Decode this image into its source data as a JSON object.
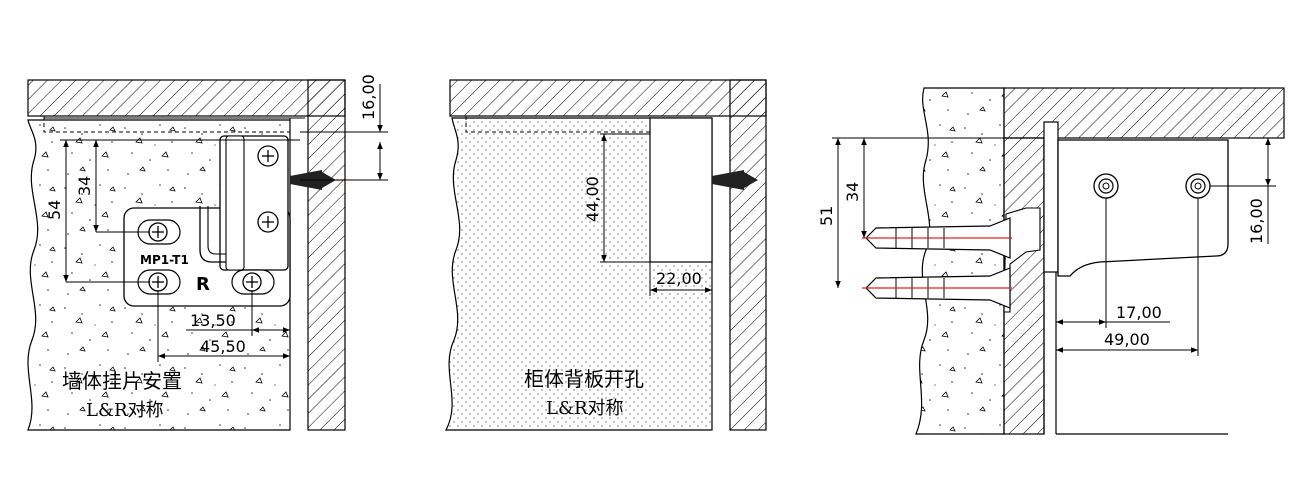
{
  "views": {
    "wall_bracket": {
      "dims": {
        "v16": "16,00",
        "v34": "34",
        "v54": "54",
        "h13": "13,50",
        "h45": "45,50"
      },
      "model_mark": "MP1-T1",
      "side_mark": "R",
      "caption_line1": "墙体挂片安置",
      "caption_line2": "L&R对称"
    },
    "cabinet_back": {
      "dims": {
        "v44": "44,00",
        "h22": "22,00"
      },
      "caption_line1": "柜体背板开孔",
      "caption_line2": "L&R对称"
    },
    "side_section": {
      "dims": {
        "v51": "51",
        "v34": "34",
        "v16": "16,00",
        "h17": "17,00",
        "h49": "49,00"
      }
    }
  },
  "colors": {
    "line": "#000000",
    "axis_red": "#e02020",
    "stipple": "#555555"
  }
}
